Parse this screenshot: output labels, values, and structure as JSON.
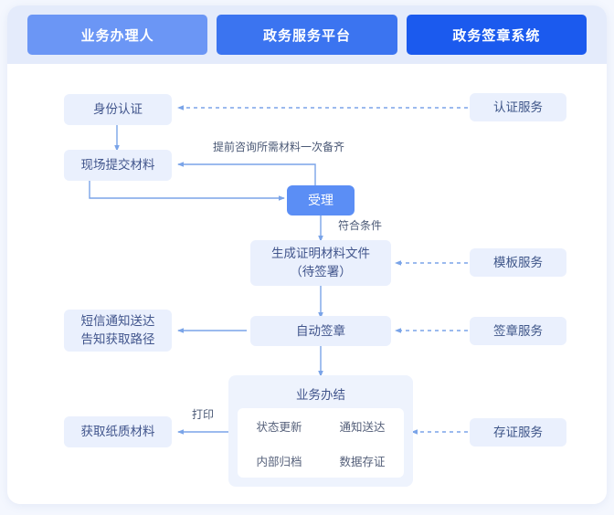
{
  "header": {
    "tabs": [
      {
        "label": "业务办理人"
      },
      {
        "label": "政务服务平台"
      },
      {
        "label": "政务签章系统"
      }
    ]
  },
  "colors": {
    "tab_1": "#6b96f5",
    "tab_2": "#3b74f0",
    "tab_3": "#1b5aee",
    "node_bg": "#eaf0fd",
    "node_text": "#41558c",
    "accent_node_bg": "#5b8ef5",
    "wire": "#7aa4e8",
    "header_band": "#e4ebfb",
    "page_bg": "#f4f7fe"
  },
  "flow": {
    "nodes": {
      "identity": {
        "label": "身份认证"
      },
      "submit": {
        "label": "现场提交材料"
      },
      "accept": {
        "label": "受理"
      },
      "generate": {
        "line1": "生成证明材料文件",
        "line2": "（待签署）"
      },
      "sms": {
        "line1": "短信通知送达",
        "line2": "告知获取路径"
      },
      "autoseal": {
        "label": "自动签章"
      },
      "paper": {
        "label": "获取纸质材料"
      },
      "complete": {
        "title": "业务办结",
        "items": [
          "状态更新",
          "通知送达",
          "内部归档",
          "数据存证"
        ]
      }
    },
    "services": [
      {
        "label": "认证服务"
      },
      {
        "label": "模板服务"
      },
      {
        "label": "签章服务"
      },
      {
        "label": "存证服务"
      }
    ],
    "edge_labels": {
      "prepare": "提前咨询所需材料一次备齐",
      "condition": "符合条件",
      "print": "打印"
    }
  }
}
